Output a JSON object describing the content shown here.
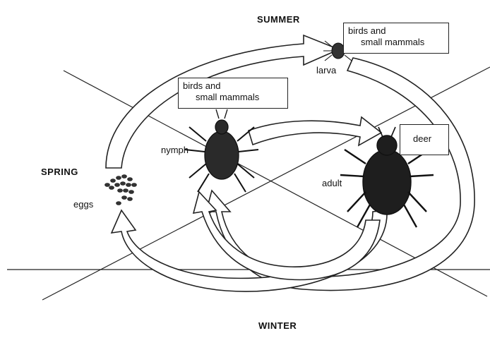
{
  "seasons": {
    "summer": "SUMMER",
    "spring": "SPRING",
    "winter": "WINTER"
  },
  "stages": {
    "eggs": "eggs",
    "larva": "larva",
    "nymph": "nymph",
    "adult": "adult"
  },
  "hosts": {
    "larva_host": {
      "line1": "birds and",
      "line2": "small mammals"
    },
    "nymph_host": {
      "line1": "birds and",
      "line2": "small mammals"
    },
    "adult_host": {
      "line1": "deer"
    }
  }
}
